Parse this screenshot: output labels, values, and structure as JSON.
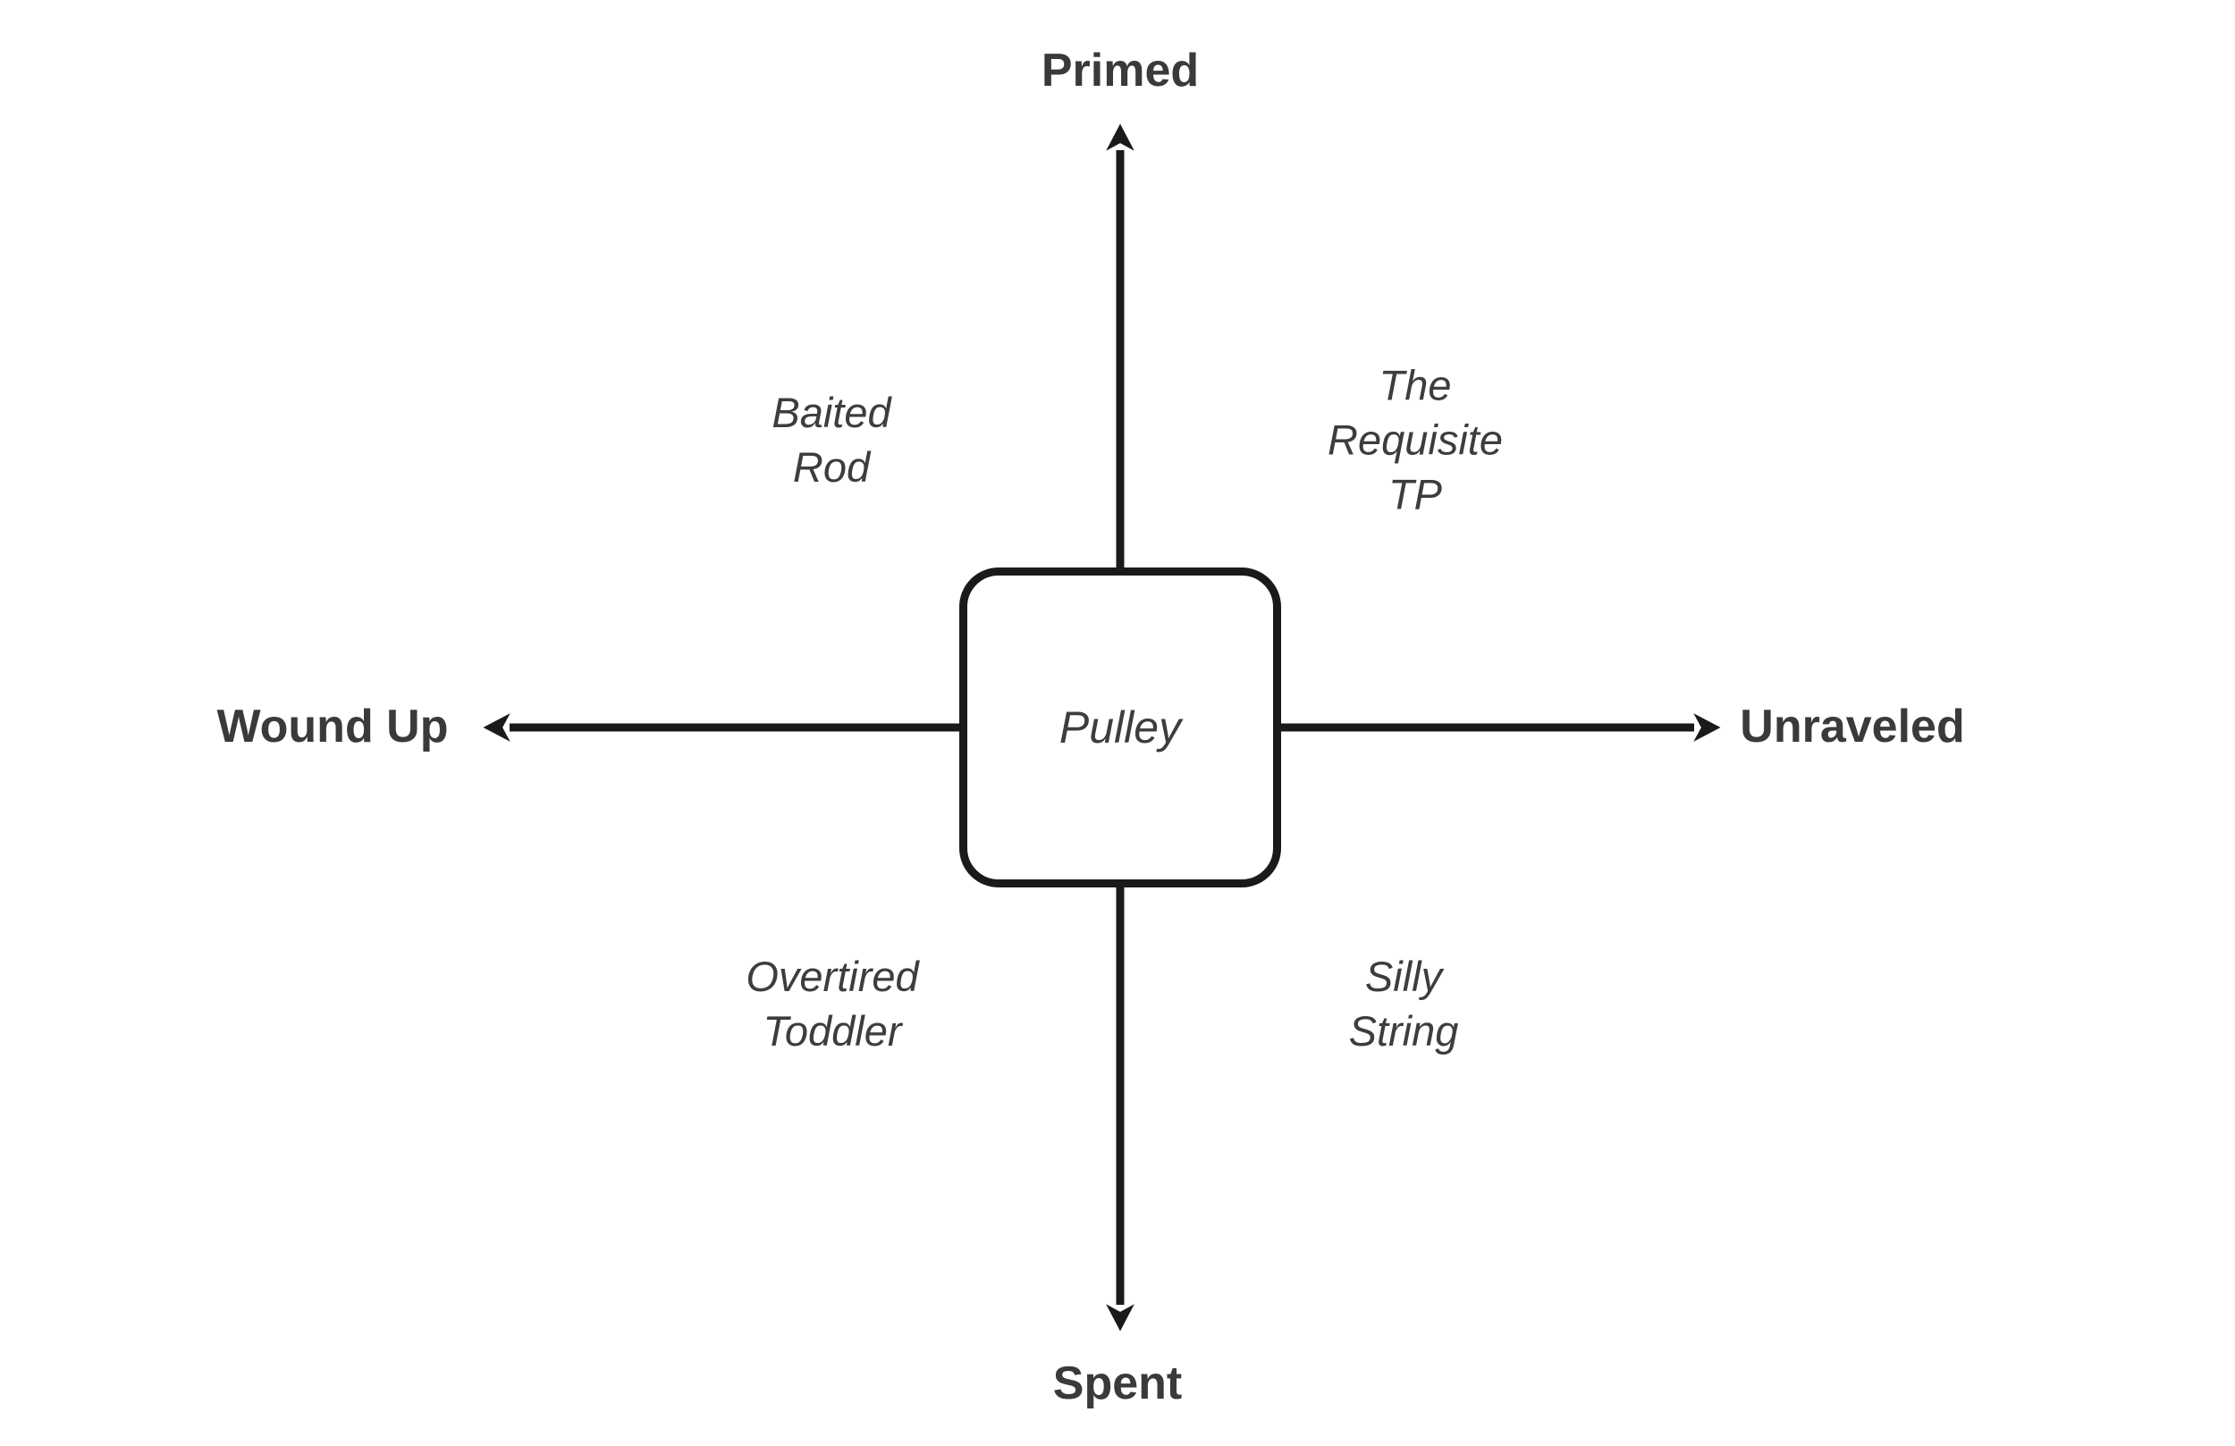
{
  "diagram": {
    "center": {
      "label": "Pulley"
    },
    "axes": {
      "top": "Primed",
      "bottom": "Spent",
      "left": "Wound Up",
      "right": "Unraveled"
    },
    "quadrants": {
      "top_left": "Baited\nRod",
      "top_right": "The\nRequisite\nTP",
      "bottom_left": "Overtired\nToddler",
      "bottom_right": "Silly\nString"
    },
    "colors": {
      "background": "#ffffff",
      "line": "#1a1a1a",
      "axis_label": "#3a3a3a",
      "quadrant_label": "#3d3d3d",
      "center_label": "#3d3d3d"
    }
  }
}
